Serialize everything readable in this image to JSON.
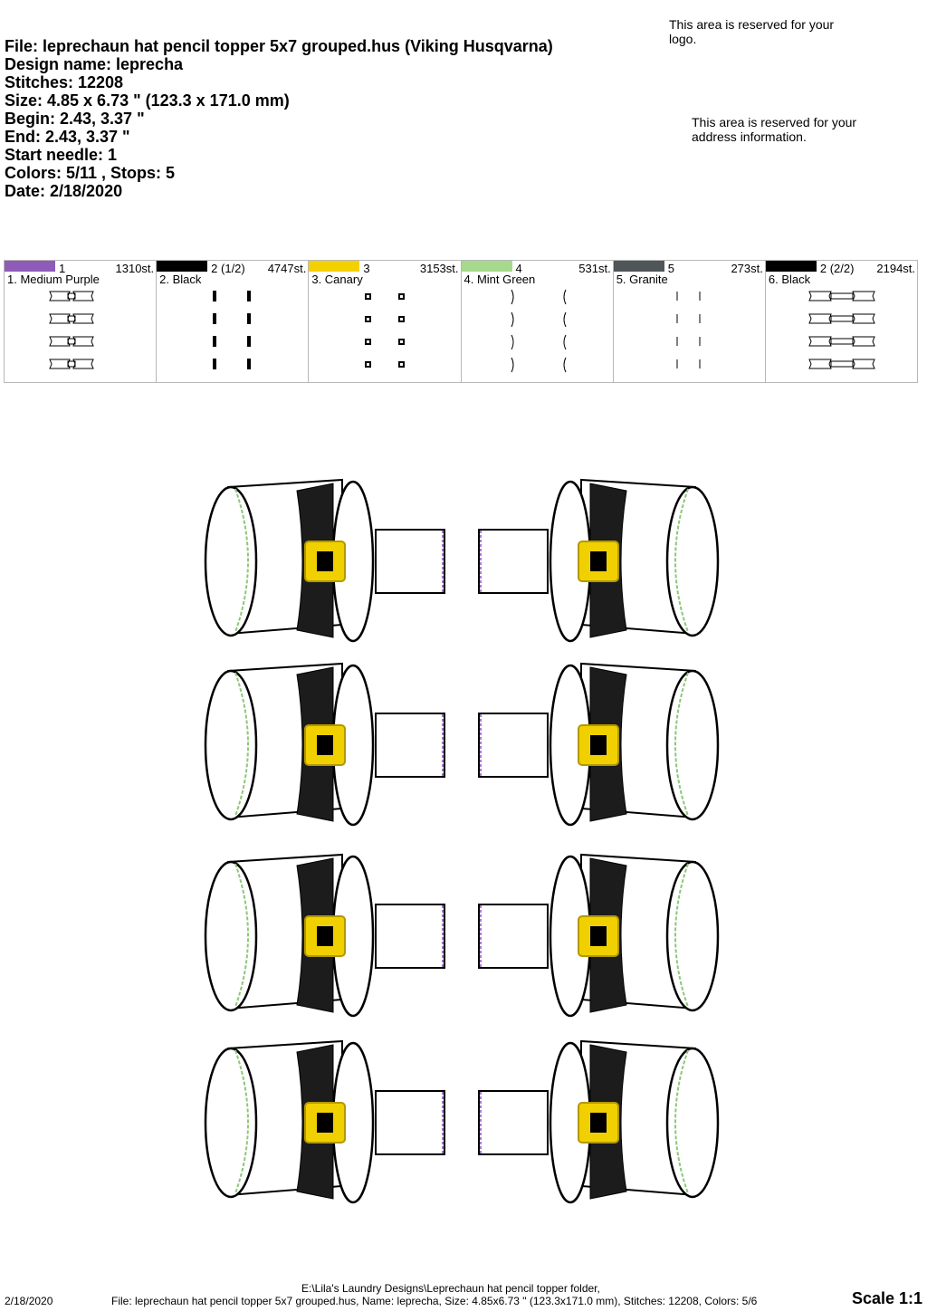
{
  "header": {
    "lines": [
      "File: leprechaun hat pencil topper 5x7 grouped.hus  (Viking Husqvarna)",
      "Design name: leprecha",
      "Stitches: 12208",
      "Size: 4.85 x 6.73 \" (123.3 x 171.0 mm)",
      "Begin: 2.43, 3.37 \"",
      "End: 2.43, 3.37 \"",
      "Start needle: 1",
      "Colors: 5/11 , Stops: 5",
      "Date: 2/18/2020"
    ]
  },
  "reserved": {
    "logo": "This area is reserved for your logo.",
    "address": "This area is reserved for your address information."
  },
  "colors": [
    {
      "index": "1",
      "stitches": "1310st.",
      "name": "1. Medium Purple",
      "hex": "#8e5cb8"
    },
    {
      "index": "2 (1/2)",
      "stitches": "4747st.",
      "name": "2. Black",
      "hex": "#000000"
    },
    {
      "index": "3",
      "stitches": "3153st.",
      "name": "3. Canary",
      "hex": "#f5d000"
    },
    {
      "index": "4",
      "stitches": "531st.",
      "name": "4. Mint Green",
      "hex": "#a6d98c"
    },
    {
      "index": "5",
      "stitches": "273st.",
      "name": "5. Granite",
      "hex": "#505558"
    },
    {
      "index": "2 (2/2)",
      "stitches": "2194st.",
      "name": "6. Black",
      "hex": "#000000"
    }
  ],
  "footer": {
    "date": "2/18/2020",
    "path": "E:\\Lila's Laundry Designs\\Leprechaun hat pencil topper folder,",
    "details": "File: leprechaun hat pencil topper 5x7 grouped.hus, Name: leprecha, Size: 4.85x6.73 \" (123.3x171.0 mm), Stitches: 12208, Colors: 5/6",
    "scale": "Scale 1:1"
  }
}
